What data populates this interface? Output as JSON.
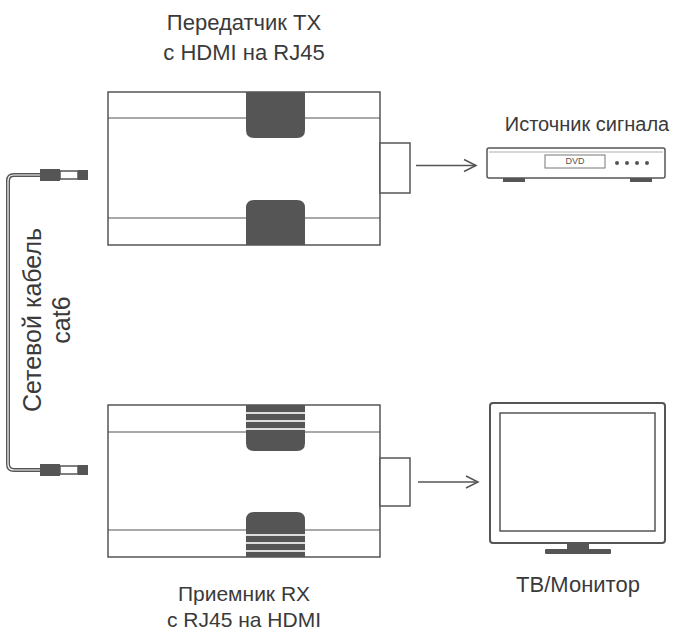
{
  "diagram": {
    "nodes": [
      {
        "text": [
          "Передатчик TX с HDMI на RJ45"
        ]
      },
      {
        "text": [
          "Источник сигнала",
          "DVD"
        ]
      },
      {
        "text": [
          "Приемник RX с RJ45 на HDMI"
        ]
      },
      {
        "text": [
          "ТВ/Монитор"
        ]
      }
    ],
    "edges": [
      {
        "from": 0,
        "to": 1,
        "arrow": "to"
      },
      {
        "from": 2,
        "to": 3,
        "arrow": "to"
      }
    ],
    "labels": [
      "Сетевой кабель cat6"
    ]
  }
}
